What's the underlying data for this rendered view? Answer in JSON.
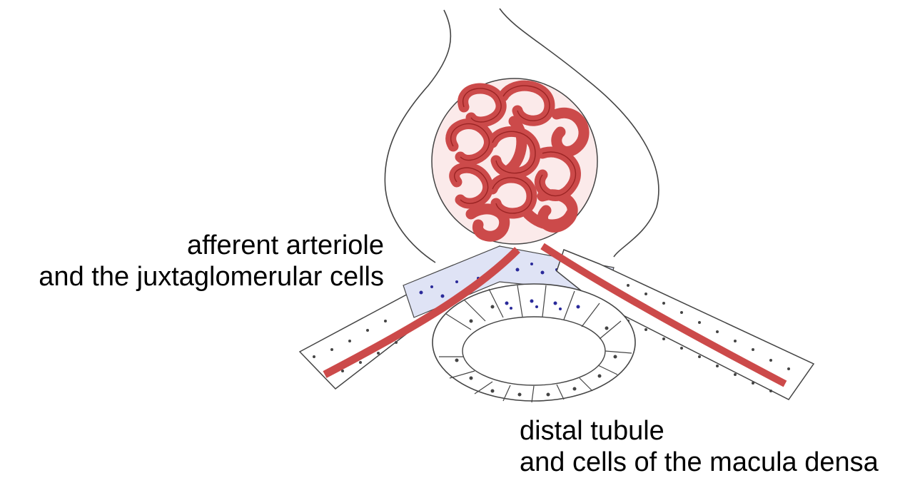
{
  "labels": {
    "afferent": {
      "line1": "afferent arteriole",
      "line2": "and the juxtaglomerular cells"
    },
    "distal": {
      "line1": "distal tubule",
      "line2": "and cells of the macula densa"
    }
  },
  "colors": {
    "outline": "#444444",
    "vessel": "#cc4a4a",
    "vessel_dark": "#9b2424",
    "granules": "#2a2a9a",
    "cell_fill": "#ffffff",
    "background": "#ffffff"
  }
}
